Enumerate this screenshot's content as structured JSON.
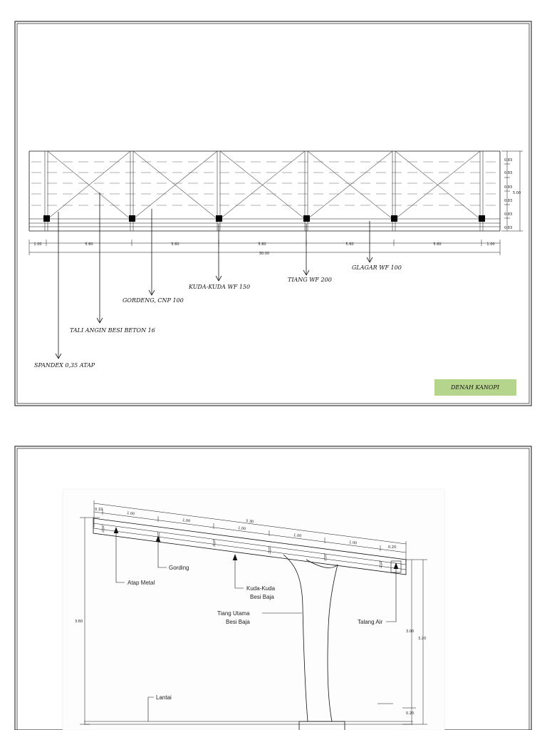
{
  "plan": {
    "bay_dims": [
      "1.00",
      "5.60",
      "5.60",
      "5.60",
      "5.60",
      "5.60",
      "1.00"
    ],
    "total_length": "30.00",
    "row_dims": [
      "0.83",
      "0.83",
      "0.83",
      "0.83",
      "0.83",
      "0.83"
    ],
    "total_width": "5.00",
    "labels": {
      "spandex": "SPANDEX 0,35 ATAP",
      "tali_angin": "TALI ANGIN BESI BETON 16",
      "gording": "GORDENG, CNP 100",
      "kuda_kuda": "KUDA-KUDA WF 150",
      "tiang": "TIANG  WF 200",
      "gelagar": "GLAGAR WF 100"
    },
    "title": "DENAH KANOPI",
    "title_bg": "#b6d58c"
  },
  "elevation": {
    "top_dims": [
      "0.10",
      "1.00",
      "1.00",
      "1.00",
      "1.00",
      "1.00",
      "0.20"
    ],
    "top_total": "5.30",
    "height_left": "3.60",
    "height_right_a": "3.00",
    "height_right_b": "3.20",
    "height_right_c": "0.20",
    "labels": {
      "atap": "Atap Metal",
      "gording": "Gording",
      "kuda_line1": "Kuda-Kuda",
      "kuda_line2": "Besi Baja",
      "tiang_line1": "Tiang Utama",
      "tiang_line2": "Besi Baja",
      "talang": "Talang Air",
      "lantai": "Lantai"
    }
  }
}
